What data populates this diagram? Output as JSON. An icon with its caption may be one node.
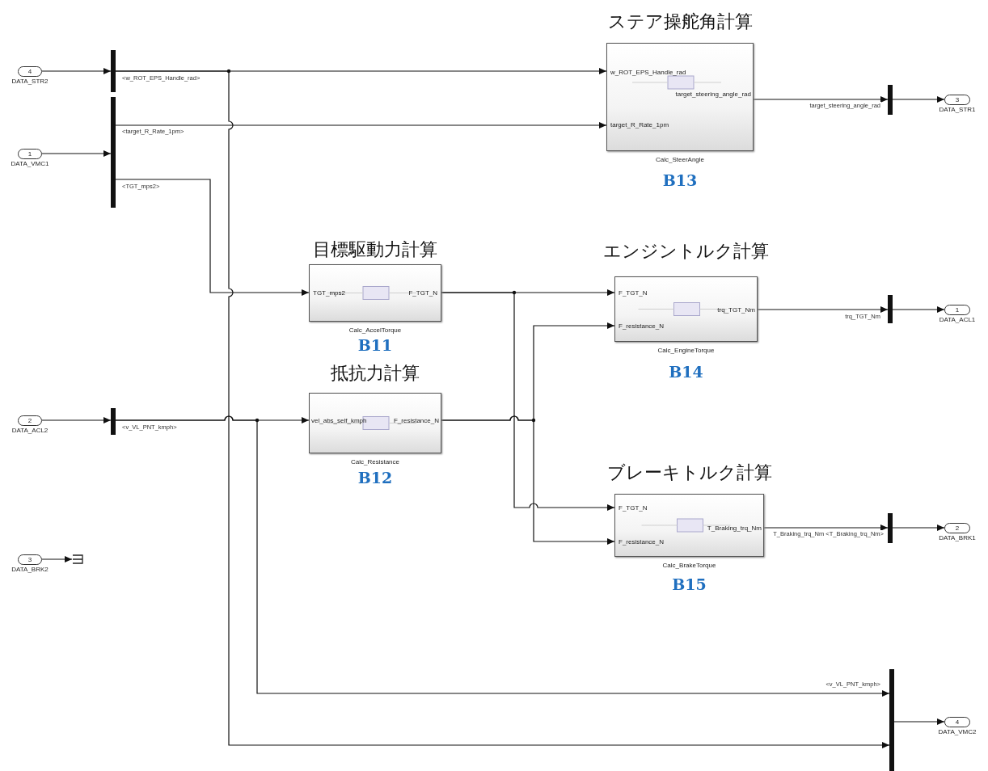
{
  "diagram": {
    "nodes": [
      {
        "text": [
          "4"
        ],
        "beside": [
          "DATA_STR2"
        ]
      },
      {
        "text": [
          "1"
        ],
        "beside": [
          "DATA_VMC1"
        ]
      },
      {
        "text": [
          "2"
        ],
        "beside": [
          "DATA_ACL2"
        ]
      },
      {
        "text": [
          "3"
        ],
        "beside": [
          "DATA_BRK2"
        ]
      },
      {
        "text": [],
        "shape": "bar"
      },
      {
        "text": [],
        "shape": "bar"
      },
      {
        "text": [],
        "shape": "bar"
      },
      {
        "text": [],
        "shape": "terminator"
      },
      {
        "text": [
          "ステア操舵角計算",
          "w_ROT_EPS_Handle_rad",
          "target_R_Rate_1pm",
          "target_steering_angle_rad",
          "Calc_SteerAngle"
        ],
        "beside": [
          "B13"
        ]
      },
      {
        "text": [
          "目標駆動力計算",
          "TGT_mps2",
          "F_TGT_N",
          "Calc_AccelTorque"
        ],
        "beside": [
          "B11"
        ]
      },
      {
        "text": [
          "抵抗力計算",
          "vel_abs_self_kmph",
          "F_resistance_N",
          "Calc_Resistance"
        ],
        "beside": [
          "B12"
        ]
      },
      {
        "text": [
          "エンジントルク計算",
          "F_TGT_N",
          "F_resistance_N",
          "trq_TGT_Nm",
          "Calc_EngineTorque"
        ],
        "beside": [
          "B14"
        ]
      },
      {
        "text": [
          "ブレーキトルク計算",
          "F_TGT_N",
          "F_resistance_N",
          "T_Braking_trq_Nm",
          "Calc_BrakeTorque"
        ],
        "beside": [
          "B15"
        ]
      },
      {
        "text": [],
        "shape": "bar"
      },
      {
        "text": [],
        "shape": "bar"
      },
      {
        "text": [],
        "shape": "bar"
      },
      {
        "text": [],
        "shape": "bar"
      },
      {
        "text": [
          "3"
        ],
        "beside": [
          "DATA_STR1"
        ]
      },
      {
        "text": [
          "1"
        ],
        "beside": [
          "DATA_ACL1"
        ]
      },
      {
        "text": [
          "2"
        ],
        "beside": [
          "DATA_BRK1"
        ]
      },
      {
        "text": [
          "4"
        ],
        "beside": [
          "DATA_VMC2"
        ]
      }
    ],
    "edges": [
      {
        "from": 0,
        "to": 4,
        "arrow": "to"
      },
      {
        "from": 1,
        "to": 5,
        "arrow": "to"
      },
      {
        "from": 2,
        "to": 6,
        "arrow": "to"
      },
      {
        "from": 3,
        "to": 7,
        "arrow": "to"
      },
      {
        "from": 4,
        "to": 8,
        "arrow": "to",
        "label": "<w_ROT_EPS_Handle_rad>"
      },
      {
        "from": 4,
        "to": 16,
        "arrow": "to"
      },
      {
        "from": 5,
        "to": 8,
        "arrow": "to",
        "label": "<target_R_Rate_1pm>"
      },
      {
        "from": 5,
        "to": 9,
        "arrow": "to",
        "label": "<TGT_mps2>"
      },
      {
        "from": 6,
        "to": 10,
        "arrow": "to",
        "label": "<v_VL_PNT_kmph>"
      },
      {
        "from": 6,
        "to": 16,
        "arrow": "to",
        "label": "<v_VL_PNT_kmph>"
      },
      {
        "from": 9,
        "to": 11,
        "arrow": "to"
      },
      {
        "from": 9,
        "to": 12,
        "arrow": "to"
      },
      {
        "from": 10,
        "to": 11,
        "arrow": "to"
      },
      {
        "from": 10,
        "to": 12,
        "arrow": "to"
      },
      {
        "from": 8,
        "to": 13,
        "arrow": "to",
        "label": "target_steering_angle_rad"
      },
      {
        "from": 11,
        "to": 14,
        "arrow": "to",
        "label": "trq_TGT_Nm"
      },
      {
        "from": 12,
        "to": 15,
        "arrow": "to",
        "label": "T_Braking_trq_Nm <T_Braking_trq_Nm>"
      },
      {
        "from": 13,
        "to": 17,
        "arrow": "to"
      },
      {
        "from": 14,
        "to": 18,
        "arrow": "to"
      },
      {
        "from": 15,
        "to": 19,
        "arrow": "to"
      },
      {
        "from": 16,
        "to": 20,
        "arrow": "to"
      }
    ]
  }
}
